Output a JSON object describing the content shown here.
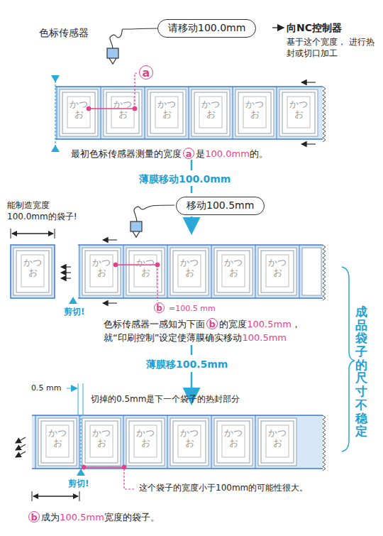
{
  "diagram": {
    "nodes": [
      {
        "text": [
          "色标传感器"
        ]
      },
      {
        "text": [
          "请移动100.0mm"
        ]
      },
      {
        "text": [
          "移动100.5mm"
        ]
      }
    ],
    "edges": [
      {
        "from": 0,
        "to": 1,
        "arrow": "none"
      }
    ],
    "labels": [
      "向NC控制器",
      "基于这个宽度， 进行热封或切口加工",
      "a",
      "最初色标传感器测量的宽度",
      "a",
      "是",
      "100.0mm",
      "的。",
      "薄膜移动100.0mm",
      "能制造宽度 100.0mm的袋子!",
      "剪切!",
      "b",
      "=100.5 mm",
      "色标传感器一感知为下面",
      "b",
      "的宽度",
      "100.5mm",
      "，",
      "就“印刷控制”设定使薄膜确实移动",
      "100.5mm",
      "薄膜移100.5mm",
      "0.5 mm",
      "切掉的0.5mm是下一个袋子的热封部分",
      "剪切!",
      "这个袋子的宽度小于100mm的可能性很大。",
      "b",
      "成为",
      "100.5mm",
      "宽度的袋子。",
      "成品袋子的尺寸不稳定",
      "かつお",
      "かつお",
      "かつお",
      "かつお",
      "かつお",
      "かつお",
      "かつお",
      "かつお",
      "かつお",
      "かつお",
      "かつお",
      "かつお",
      "かつお",
      "かつお",
      "かつお",
      "かつお",
      "かつお",
      "かつお"
    ]
  }
}
